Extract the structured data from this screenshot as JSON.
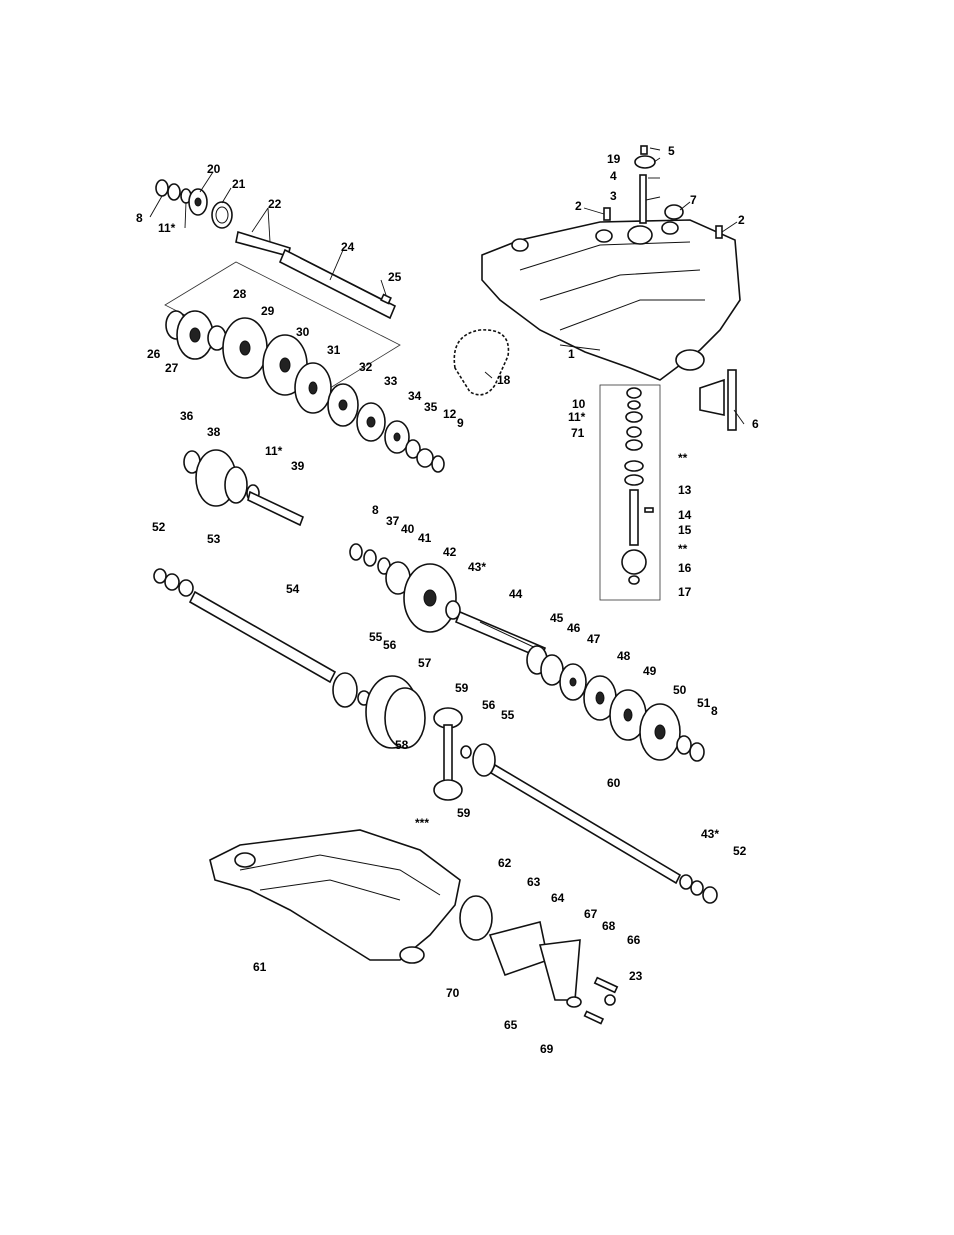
{
  "callouts": [
    "1",
    "2",
    "2",
    "3",
    "4",
    "5",
    "6",
    "7",
    "8",
    "8",
    "8",
    "9",
    "10",
    "11*",
    "11*",
    "11*",
    "12",
    "13",
    "14",
    "15",
    "16",
    "17",
    "18",
    "19",
    "20",
    "21",
    "22",
    "23",
    "24",
    "25",
    "26",
    "27",
    "28",
    "29",
    "30",
    "31",
    "32",
    "33",
    "34",
    "35",
    "36",
    "37",
    "38",
    "39",
    "40",
    "41",
    "42",
    "43*",
    "43*",
    "44",
    "45",
    "46",
    "47",
    "48",
    "49",
    "50",
    "51",
    "52",
    "52",
    "53",
    "54",
    "55",
    "55",
    "56",
    "56",
    "57",
    "58",
    "59",
    "59",
    "60",
    "61",
    "62",
    "63",
    "64",
    "65",
    "66",
    "67",
    "68",
    "69",
    "70",
    "71",
    "**",
    "**",
    "***"
  ],
  "colors": {
    "ink": "#111111",
    "paper": "#ffffff"
  }
}
